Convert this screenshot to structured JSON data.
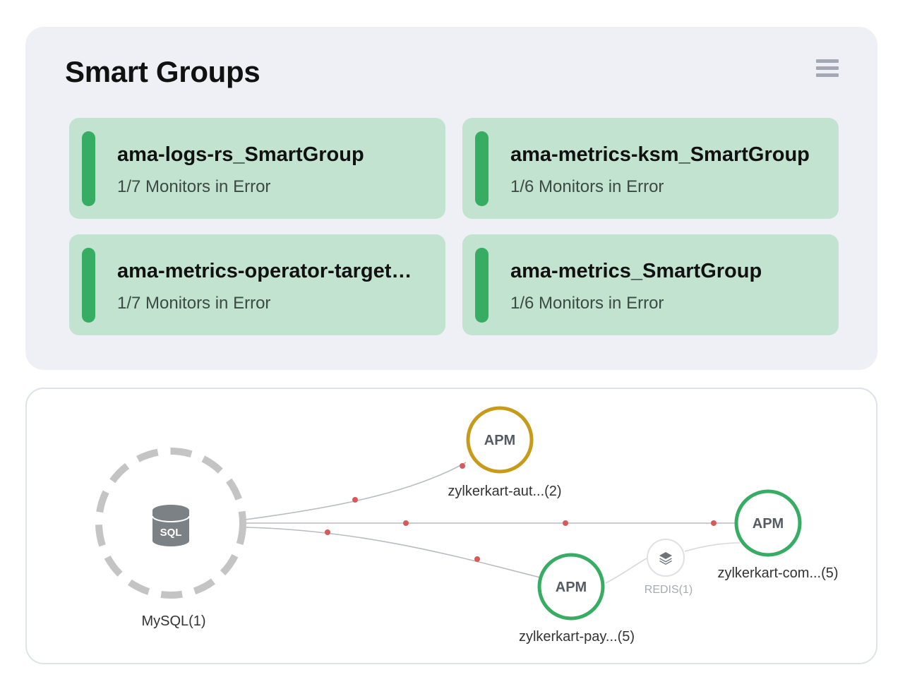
{
  "smart_groups": {
    "title": "Smart Groups",
    "menu_icon": "hamburger-menu-icon",
    "cards": [
      {
        "name": "ama-logs-rs_SmartGroup",
        "status": "1/7 Monitors in Error"
      },
      {
        "name": "ama-metrics-ksm_SmartGroup",
        "status": "1/6 Monitors in Error"
      },
      {
        "name": "ama-metrics-operator-targets_SmartGroup",
        "status": "1/7 Monitors in Error"
      },
      {
        "name": "ama-metrics_SmartGroup",
        "status": "1/6 Monitors in Error"
      }
    ],
    "colors": {
      "card_bg": "#c1e3d0",
      "status_bar": "#36ad63",
      "panel_bg": "#eef0f5"
    }
  },
  "topology": {
    "nodes": {
      "mysql": {
        "icon_text": "SQL",
        "label": "MySQL(1)",
        "icon": "database-icon"
      },
      "apm_auth": {
        "text": "APM",
        "label": "zylkerkart-aut...(2)",
        "status_color": "#c89a1a"
      },
      "apm_com": {
        "text": "APM",
        "label": "zylkerkart-com...(5)",
        "status_color": "#36ad63"
      },
      "apm_pay": {
        "text": "APM",
        "label": "zylkerkart-pay...(5)",
        "status_color": "#36ad63"
      },
      "redis": {
        "label": "REDIS(1)",
        "icon": "layers-icon"
      }
    },
    "colors": {
      "edge": "#b9bcc0",
      "edge_marker": "#d9585a",
      "mysql_ring": "#c4c4c4",
      "db_icon": "#7c8186"
    }
  }
}
